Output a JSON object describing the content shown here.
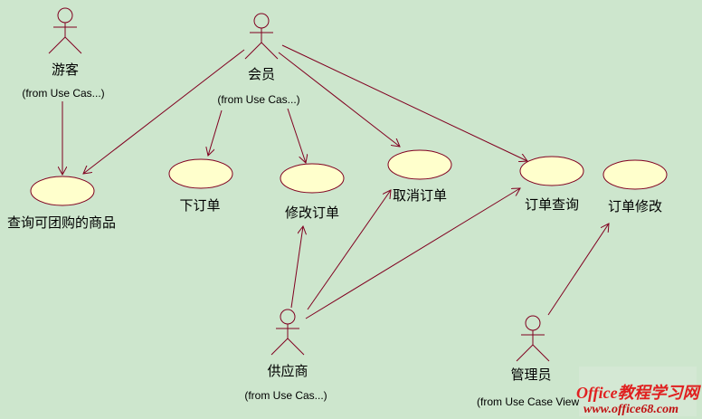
{
  "colors": {
    "line": "#800020",
    "usecase_fill": "#ffffcc",
    "background": "#cde6cd"
  },
  "actors": [
    {
      "name": "游客",
      "from": "(from Use Cas...)"
    },
    {
      "name": "会员",
      "from": "(from Use Cas...)"
    },
    {
      "name": "供应商",
      "from": "(from Use Cas...)"
    },
    {
      "name": "管理员",
      "from": "(from Use Case View"
    }
  ],
  "use_cases": [
    {
      "name": "查询可团购的商品"
    },
    {
      "name": "下订单"
    },
    {
      "name": "修改订单"
    },
    {
      "name": "取消订单"
    },
    {
      "name": "订单查询"
    },
    {
      "name": "订单修改"
    }
  ],
  "watermark": {
    "line1": "Office教程学习网",
    "line2": "www.office68.com"
  }
}
